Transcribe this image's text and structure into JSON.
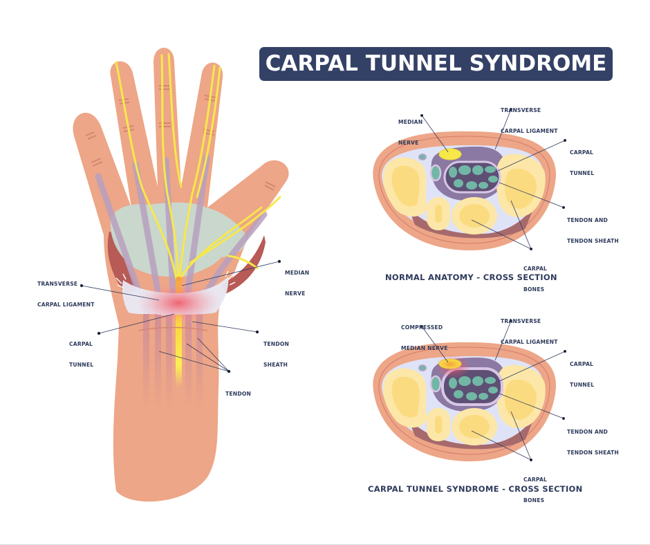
{
  "title": "CARPAL TUNNEL SYNDROME",
  "hand_diagram": {
    "labels": {
      "median_nerve": [
        "MEDIAN",
        "NERVE"
      ],
      "transverse_carpal_ligament": [
        "TRANSVERSE",
        "CARPAL LIGAMENT"
      ],
      "carpal_tunnel": [
        "CARPAL",
        "TUNNEL"
      ],
      "tendon_sheath": [
        "TENDON",
        "SHEATH"
      ],
      "tendon": [
        "TENDON"
      ]
    }
  },
  "normal_section": {
    "caption": "NORMAL ANATOMY - CROSS SECTION",
    "labels": {
      "median_nerve": [
        "MEDIAN",
        "NERVE"
      ],
      "transverse_carpal_ligament": [
        "TRANSVERSE",
        "CARPAL LIGAMENT"
      ],
      "carpal_tunnel": [
        "CARPAL",
        "TUNNEL"
      ],
      "tendon_and_sheath": [
        "TENDON AND",
        "TENDON SHEATH"
      ],
      "carpal_bones": [
        "CARPAL",
        "BONES"
      ]
    }
  },
  "syndrome_section": {
    "caption": "CARPAL TUNNEL SYNDROME - CROSS SECTION",
    "labels": {
      "median_nerve": [
        "COMPRESSED",
        "MEDIAN NERVE"
      ],
      "transverse_carpal_ligament": [
        "TRANSVERSE",
        "CARPAL LIGAMENT"
      ],
      "carpal_tunnel": [
        "CARPAL",
        "TUNNEL"
      ],
      "tendon_and_sheath": [
        "TENDON AND",
        "TENDON SHEATH"
      ],
      "carpal_bones": [
        "CARPAL",
        "BONES"
      ]
    }
  },
  "colors": {
    "title_bg": "#344166",
    "label_text": "#2e3a5c",
    "skin": "#eda687",
    "skin_dark": "#d88d72",
    "nerve": "#f7e84a",
    "tendon": "#c9a0b0",
    "ligament": "#e8ecf7",
    "tunnel": "#8b79a3",
    "tendon_core": "#72b7a5",
    "bone": "#fce7a8",
    "bone_core": "#fbdb80",
    "muscle": "#b85a56",
    "inflammation": "#f04c5c"
  }
}
